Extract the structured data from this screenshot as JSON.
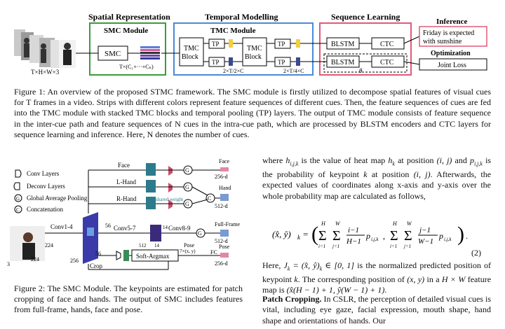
{
  "fig1": {
    "sec_spatial": "Spatial Representation",
    "sec_temporal": "Temporal Modelling",
    "sec_sequence": "Sequence Learning",
    "sec_inference": "Inference",
    "smc_module": "SMC Module",
    "smc": "SMC",
    "tmc_module": "TMC Module",
    "tmc_block": "TMC",
    "block": "Block",
    "tp": "TP",
    "blstm": "BLSTM",
    "ctc": "CTC",
    "inference_out_line1": "Friday is expected",
    "inference_out_line2": "with sunshine",
    "optimization": "Optimization",
    "joint_loss": "Joint Loss",
    "input_dims": "T×H×W×3",
    "feature_dims": "T×(C₁+···+Cₙ)",
    "dim_half": "2×T/2×C",
    "dim_quarter": "2×T/4×C",
    "theta": "θ",
    "caption": "Figure 1: An overview of the proposed STMC framework. The SMC module is firstly utilized to decompose spatial features of visual cues for T frames in a video. Strips with different colors represent feature sequences of different cues. Then, the feature sequences of cues are fed into the TMC module with stacked TMC blocks and temporal pooling (TP) layers. The output of TMC module consists of feature sequence in the inter-cue path and feature sequences of N cues in the intra-cue path, which are processed by BLSTM encoders and CTC layers for sequence learning and inference. Here, N denotes the number of cues."
  },
  "fig2": {
    "legend_conv": "Conv Layers",
    "legend_deconv": "Deconv Layers",
    "legend_gap": "Global Average Pooling",
    "legend_concat": "Concatenation",
    "g": "G",
    "c": "C",
    "face": "Face",
    "lhand": "L-Hand",
    "rhand": "R-Hand",
    "shared_weight": "shared weight",
    "face_out": "Face",
    "face_dim": "256-d",
    "hand_out": "Hand",
    "hand_dim": "512-d",
    "conv14": "Conv1-4",
    "conv57": "Conv5-7",
    "conv89": "Conv8-9",
    "full_frame": "Full-Frame",
    "ff_dim": "512-d",
    "pose_label": "Pose",
    "pose_dim_top": "7×(x, y)",
    "soft_argmax": "Soft-Argmax",
    "fc": "FC",
    "pose_out": "Pose",
    "pose_dim": "256-d",
    "crop": "Crop",
    "n224a": "224",
    "n224b": "224",
    "n3": "3",
    "n256": "256",
    "n56a": "56",
    "n56b": "56",
    "n14": "14",
    "n512": "512",
    "n14b": "14",
    "caption": "Figure 2: The SMC Module. The keypoints are estimated for patch cropping of face and hands. The output of SMC includes features from full-frame, hands, face and pose."
  },
  "text": {
    "para1_a": "where ",
    "para1_b": "is the value of heat map",
    "para1_c": "at position",
    "para1_d": "and",
    "para1_e": "is the probability of keypoint",
    "para1_f": "at position",
    "para1_g": "Afterwards, the expected values of coordinates along x-axis and y-axis over the whole probability map are calculated as follows,",
    "eq_num": "(2)",
    "para2_a": "Here,",
    "para2_b": "is the normalized predicted position of keypoint",
    "para2_c": ". The corresponding position of",
    "para2_d": "in a",
    "para2_e": "feature map is",
    "heading": "Patch Cropping.",
    "para3": "In CSLR, the perception of detailed visual cues is vital, including eye gaze, facial expression, mouth shape, hand shape and orientations of hands. Our"
  }
}
